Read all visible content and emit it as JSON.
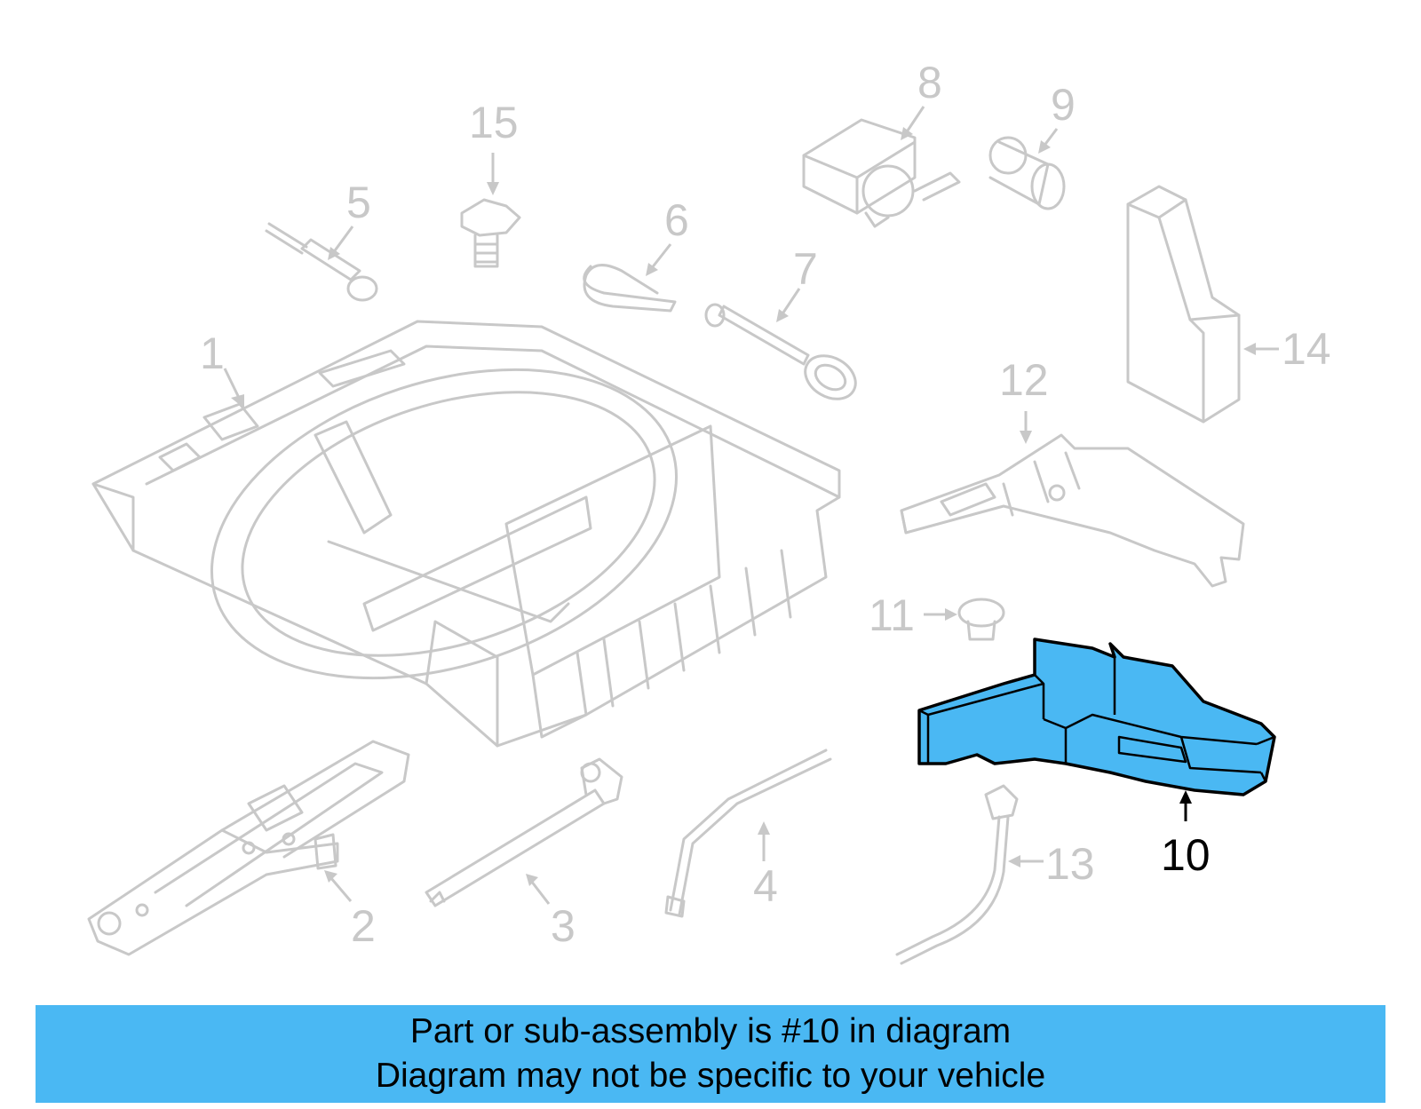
{
  "diagram": {
    "callouts": {
      "c1": "1",
      "c2": "2",
      "c3": "3",
      "c4": "4",
      "c5": "5",
      "c6": "6",
      "c7": "7",
      "c8": "8",
      "c9": "9",
      "c10": "10",
      "c11": "11",
      "c12": "12",
      "c13": "13",
      "c14": "14",
      "c15": "15"
    },
    "highlighted_part": "10",
    "colors": {
      "highlight_fill": "#4ab8f3",
      "outline_gray": "#c8c8c8",
      "active_black": "#000000",
      "banner": "#4ab8f3"
    }
  },
  "footer": {
    "line1": "Part or sub-assembly is #10 in diagram",
    "line2": "Diagram may not be specific to your vehicle"
  }
}
